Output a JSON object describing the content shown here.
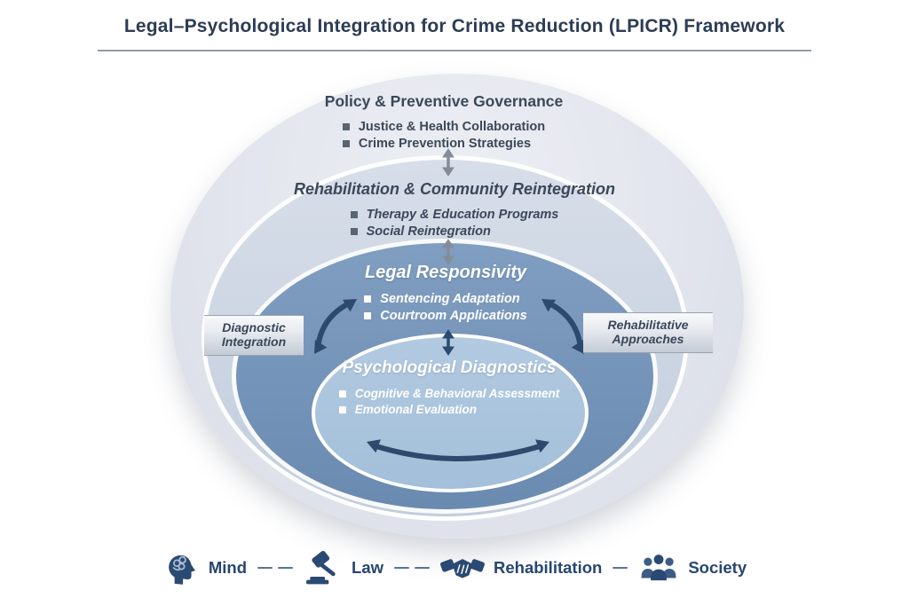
{
  "title": "Legal–Psychological Integration for Crime Reduction (LPICR) Framework",
  "layers": [
    {
      "heading": "Policy & Preventive Governance",
      "bullets": [
        "Justice & Health Collaboration",
        "Crime Prevention Strategies"
      ]
    },
    {
      "heading": "Rehabilitation & Community Reintegration",
      "bullets": [
        "Therapy & Education Programs",
        "Social Reintegration"
      ]
    },
    {
      "heading": "Legal Responsivity",
      "bullets": [
        "Sentencing Adaptation",
        "Courtroom Applications"
      ]
    },
    {
      "heading": "Psychological Diagnostics",
      "bullets": [
        "Cognitive & Behavioral Assessment",
        "Emotional Evaluation"
      ]
    }
  ],
  "connectors": {
    "left_label": "Diagnostic Integration",
    "right_label": "Rehabilitative Approaches"
  },
  "legend": {
    "items": [
      {
        "icon": "mind-icon",
        "label": "Mind"
      },
      {
        "icon": "gavel-icon",
        "label": "Law"
      },
      {
        "icon": "handshake-icon",
        "label": "Rehabilitation"
      },
      {
        "icon": "people-icon",
        "label": "Society"
      }
    ]
  },
  "colors": {
    "title_text": "#2c3c55",
    "layer_policy_fill": "#e2e5ed",
    "layer_rehab_fill": "#c9d3e1",
    "layer_legal_fill": "#7493b8",
    "layer_psych_fill": "#a3bfd9",
    "arrow_navy": "#2d4a6e",
    "arrow_gray": "#858c99",
    "legend_text": "#27466f",
    "dark_text": "#3b4859"
  }
}
